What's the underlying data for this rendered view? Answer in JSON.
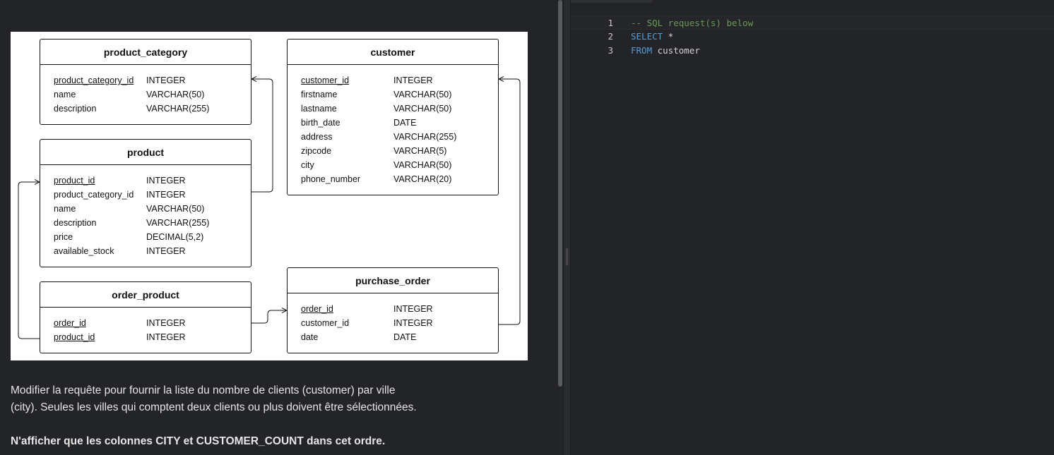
{
  "diagram": {
    "tables": [
      {
        "id": "product_category",
        "title": "product_category",
        "columns": [
          {
            "name": "product_category_id",
            "type": "INTEGER",
            "pk": true
          },
          {
            "name": "name",
            "type": "VARCHAR(50)",
            "pk": false
          },
          {
            "name": "description",
            "type": "VARCHAR(255)",
            "pk": false
          }
        ]
      },
      {
        "id": "customer",
        "title": "customer",
        "columns": [
          {
            "name": "customer_id",
            "type": "INTEGER",
            "pk": true
          },
          {
            "name": "firstname",
            "type": "VARCHAR(50)",
            "pk": false
          },
          {
            "name": "lastname",
            "type": "VARCHAR(50)",
            "pk": false
          },
          {
            "name": "birth_date",
            "type": "DATE",
            "pk": false
          },
          {
            "name": "address",
            "type": "VARCHAR(255)",
            "pk": false
          },
          {
            "name": "zipcode",
            "type": "VARCHAR(5)",
            "pk": false
          },
          {
            "name": "city",
            "type": "VARCHAR(50)",
            "pk": false
          },
          {
            "name": "phone_number",
            "type": "VARCHAR(20)",
            "pk": false
          }
        ]
      },
      {
        "id": "product",
        "title": "product",
        "columns": [
          {
            "name": "product_id",
            "type": "INTEGER",
            "pk": true
          },
          {
            "name": "product_category_id",
            "type": "INTEGER",
            "pk": false
          },
          {
            "name": "name",
            "type": "VARCHAR(50)",
            "pk": false
          },
          {
            "name": "description",
            "type": "VARCHAR(255)",
            "pk": false
          },
          {
            "name": "price",
            "type": "DECIMAL(5,2)",
            "pk": false
          },
          {
            "name": "available_stock",
            "type": "INTEGER",
            "pk": false
          }
        ]
      },
      {
        "id": "order_product",
        "title": "order_product",
        "columns": [
          {
            "name": "order_id",
            "type": "INTEGER",
            "pk": true
          },
          {
            "name": "product_id",
            "type": "INTEGER",
            "pk": true
          }
        ]
      },
      {
        "id": "purchase_order",
        "title": "purchase_order",
        "columns": [
          {
            "name": "order_id",
            "type": "INTEGER",
            "pk": true
          },
          {
            "name": "customer_id",
            "type": "INTEGER",
            "pk": false
          },
          {
            "name": "date",
            "type": "DATE",
            "pk": false
          }
        ]
      }
    ]
  },
  "instructions": {
    "line1": "Modifier la requête pour fournir la liste du nombre de clients (customer) par ville",
    "line2": "(city). Seules les villes qui comptent deux clients ou plus doivent être sélectionnées.",
    "bold": "N'afficher que les colonnes CITY et CUSTOMER_COUNT dans cet ordre."
  },
  "editor": {
    "lines": [
      {
        "number": "1",
        "tokens": [
          {
            "text": "-- SQL request(s) below",
            "kind": "comment"
          }
        ]
      },
      {
        "number": "2",
        "tokens": [
          {
            "text": "SELECT",
            "kind": "kw"
          },
          {
            "text": " *",
            "kind": "plain"
          }
        ]
      },
      {
        "number": "3",
        "tokens": [
          {
            "text": "FROM",
            "kind": "kw"
          },
          {
            "text": " customer",
            "kind": "plain"
          }
        ]
      }
    ]
  },
  "colors": {
    "background": "#232428",
    "comment": "#6a9955",
    "keyword": "#569cd6"
  }
}
